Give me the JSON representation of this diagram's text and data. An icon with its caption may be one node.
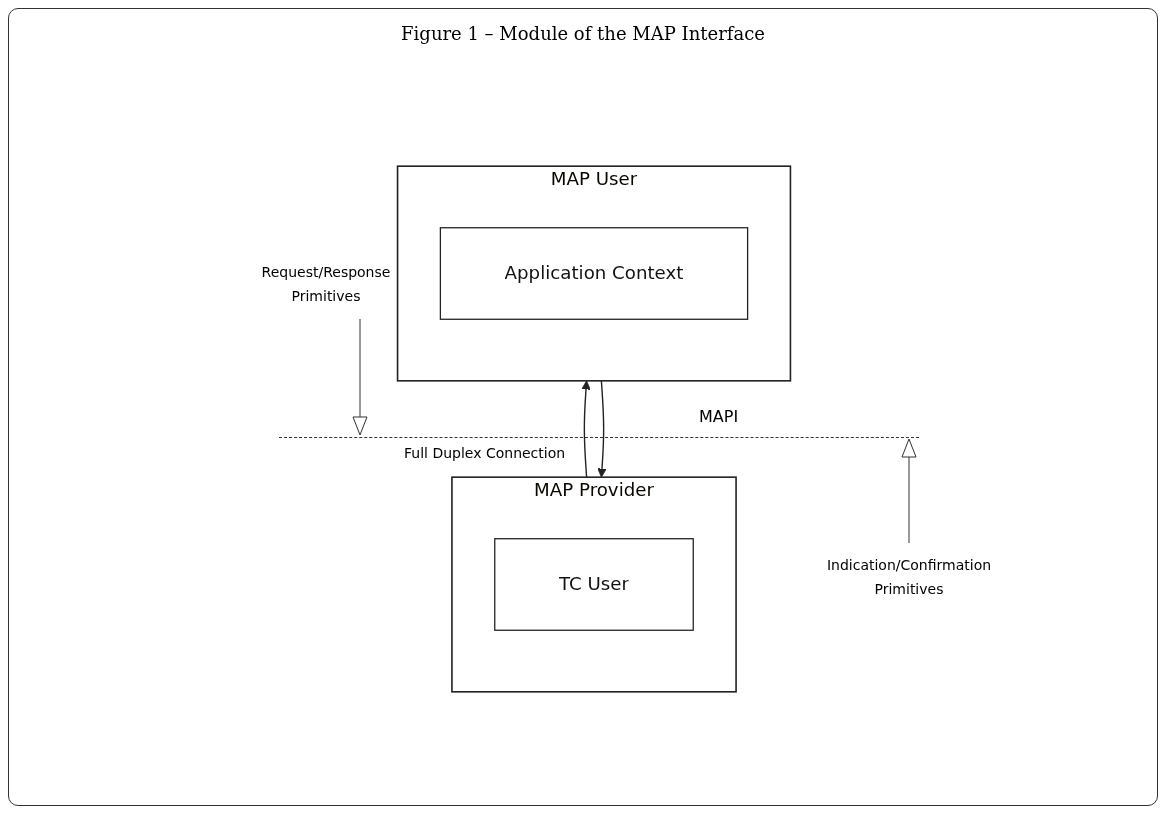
{
  "diagram": {
    "title": "Figure 1 – Module of the MAP Interface",
    "nodes": [
      {
        "text": [
          "MAP User"
        ]
      },
      {
        "text": [
          "Application Context"
        ],
        "in": 0
      },
      {
        "text": [
          "MAP Provider"
        ]
      },
      {
        "text": [
          "TC User"
        ],
        "in": 2
      }
    ],
    "edges": [
      {
        "from": 0,
        "to": 2,
        "arrow": "to"
      },
      {
        "from": 2,
        "to": 0,
        "arrow": "to"
      }
    ],
    "labels": [
      "Request/Response Primitives",
      "MAPI",
      "Full Duplex Connection",
      "Indication/Confirmation Primitives"
    ]
  }
}
